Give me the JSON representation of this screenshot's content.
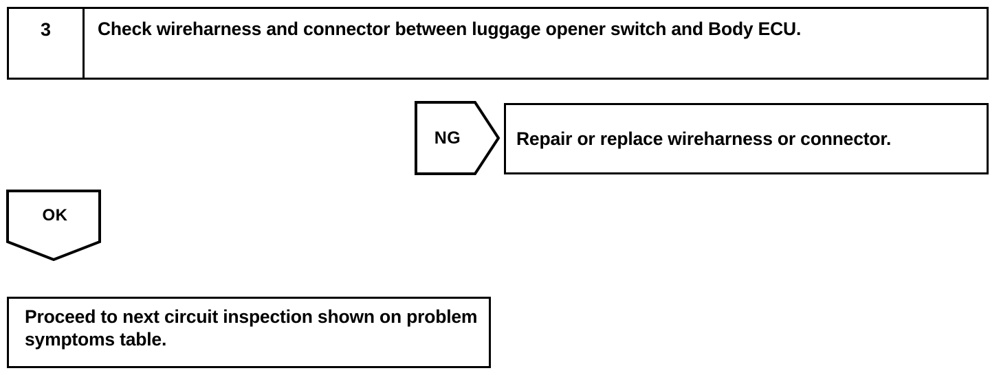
{
  "document": {
    "type": "diagnostic-flowchart",
    "ink_color": "#000000",
    "background_color": "#ffffff"
  },
  "step": {
    "number": "3",
    "instruction": "Check wireharness and connector between luggage opener switch and Body ECU."
  },
  "branches": {
    "ng": {
      "label": "NG",
      "arrow_direction": "right",
      "result": "Repair or replace wireharness or connector."
    },
    "ok": {
      "label": "OK",
      "arrow_direction": "down",
      "result": "Proceed to next circuit inspection shown on problem symptoms table."
    }
  }
}
